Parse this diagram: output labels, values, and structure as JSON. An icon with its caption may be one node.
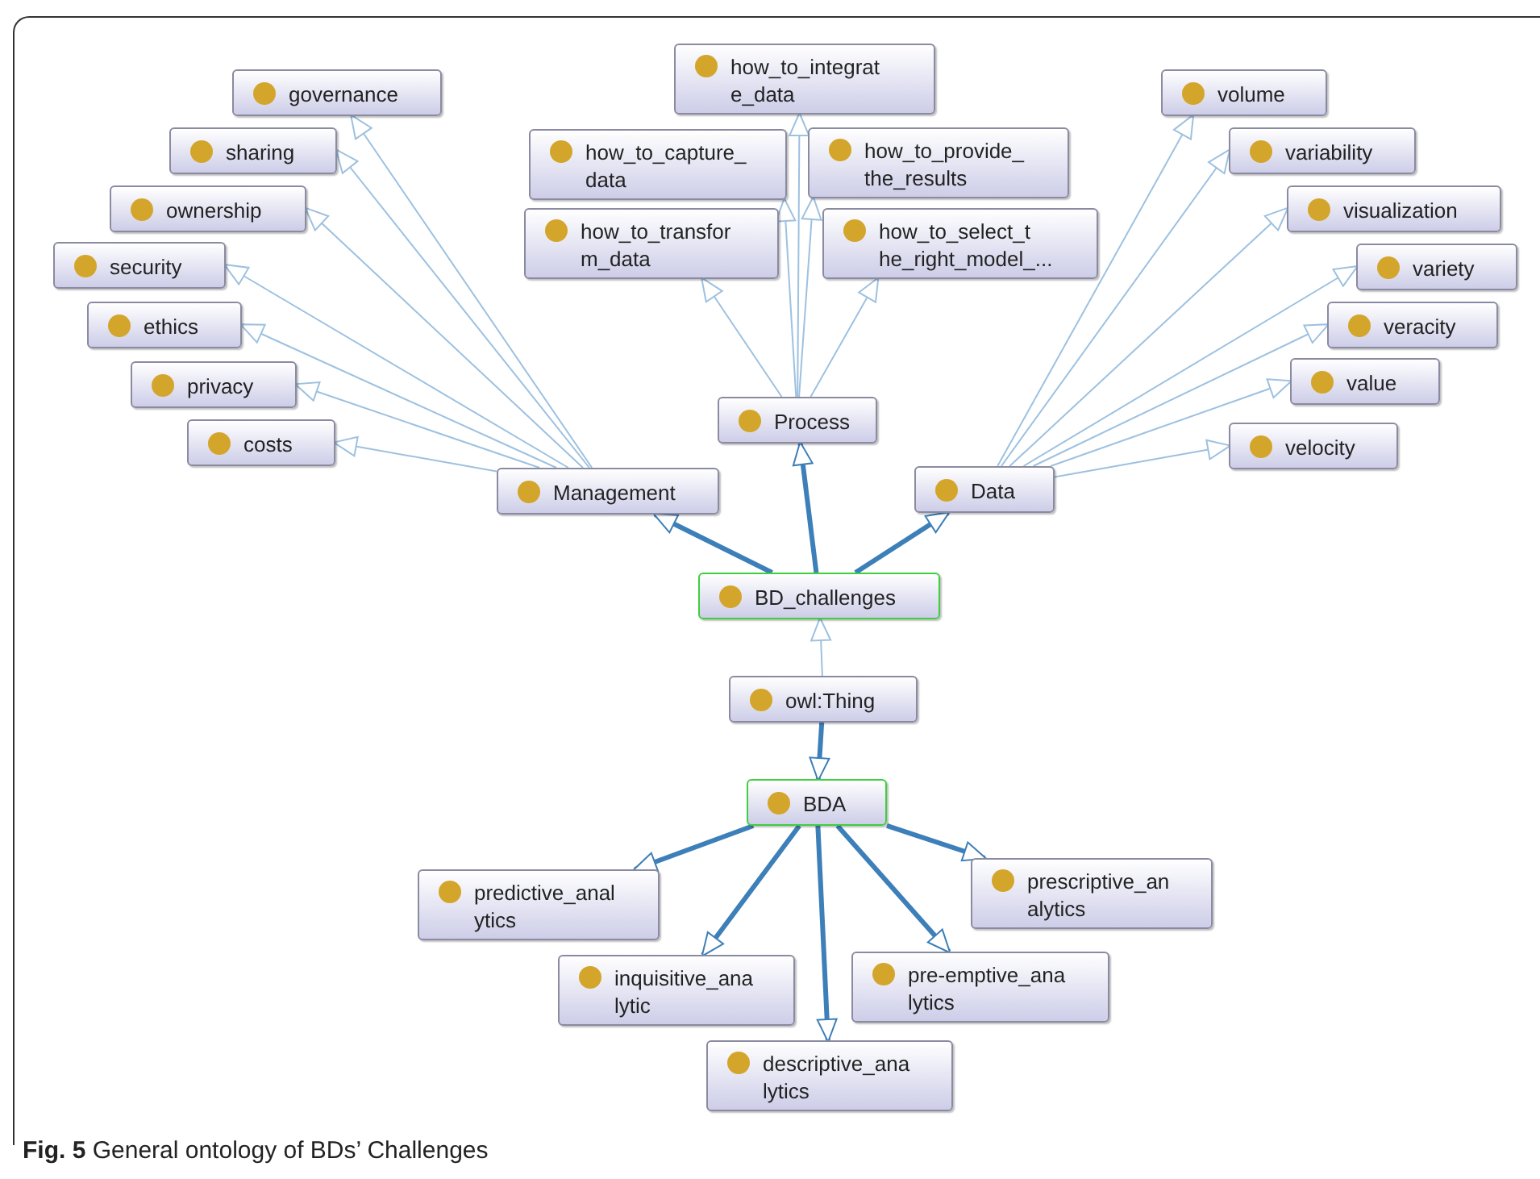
{
  "diagram": {
    "caption": "**Fig. 5** General ontology of BDs’ Challenges",
    "nodes": [
      {
        "text": [
          "governance"
        ]
      },
      {
        "text": [
          "sharing"
        ]
      },
      {
        "text": [
          "ownership"
        ]
      },
      {
        "text": [
          "security"
        ]
      },
      {
        "text": [
          "ethics"
        ]
      },
      {
        "text": [
          "privacy"
        ]
      },
      {
        "text": [
          "costs"
        ]
      },
      {
        "text": [
          "how_to_integrat e_data"
        ]
      },
      {
        "text": [
          "how_to_capture_ data"
        ]
      },
      {
        "text": [
          "how_to_provide_ the_results"
        ]
      },
      {
        "text": [
          "how_to_transfor m_data"
        ]
      },
      {
        "text": [
          "how_to_select_t he_right_model_..."
        ]
      },
      {
        "text": [
          "volume"
        ]
      },
      {
        "text": [
          "variability"
        ]
      },
      {
        "text": [
          "visualization"
        ]
      },
      {
        "text": [
          "variety"
        ]
      },
      {
        "text": [
          "veracity"
        ]
      },
      {
        "text": [
          "value"
        ]
      },
      {
        "text": [
          "velocity"
        ]
      },
      {
        "text": [
          "Process"
        ]
      },
      {
        "text": [
          "Management"
        ]
      },
      {
        "text": [
          "Data"
        ]
      },
      {
        "text": [
          "BD_challenges"
        ]
      },
      {
        "text": [
          "owl:Thing"
        ]
      },
      {
        "text": [
          "BDA"
        ]
      },
      {
        "text": [
          "predictive_anal ytics"
        ]
      },
      {
        "text": [
          "prescriptive_an alytics"
        ]
      },
      {
        "text": [
          "inquisitive_ana lytic"
        ]
      },
      {
        "text": [
          "pre-emptive_ana lytics"
        ]
      },
      {
        "text": [
          "descriptive_ana lytics"
        ]
      }
    ],
    "edges": [
      {
        "from": 23,
        "to": 22,
        "arrow": "to"
      },
      {
        "from": 23,
        "to": 24,
        "arrow": "to",
        "style": "thick",
        "color": "#3d7fb8"
      },
      {
        "from": 22,
        "to": 20,
        "arrow": "to",
        "style": "thick",
        "color": "#3d7fb8"
      },
      {
        "from": 22,
        "to": 19,
        "arrow": "to",
        "style": "thick",
        "color": "#3d7fb8"
      },
      {
        "from": 22,
        "to": 21,
        "arrow": "to",
        "style": "thick",
        "color": "#3d7fb8"
      },
      {
        "from": 20,
        "to": 0,
        "arrow": "to"
      },
      {
        "from": 20,
        "to": 1,
        "arrow": "to"
      },
      {
        "from": 20,
        "to": 2,
        "arrow": "to"
      },
      {
        "from": 20,
        "to": 3,
        "arrow": "to"
      },
      {
        "from": 20,
        "to": 4,
        "arrow": "to"
      },
      {
        "from": 20,
        "to": 5,
        "arrow": "to"
      },
      {
        "from": 20,
        "to": 6,
        "arrow": "to"
      },
      {
        "from": 19,
        "to": 7,
        "arrow": "to"
      },
      {
        "from": 19,
        "to": 8,
        "arrow": "to"
      },
      {
        "from": 19,
        "to": 9,
        "arrow": "to"
      },
      {
        "from": 19,
        "to": 10,
        "arrow": "to"
      },
      {
        "from": 19,
        "to": 11,
        "arrow": "to"
      },
      {
        "from": 21,
        "to": 12,
        "arrow": "to"
      },
      {
        "from": 21,
        "to": 13,
        "arrow": "to"
      },
      {
        "from": 21,
        "to": 14,
        "arrow": "to"
      },
      {
        "from": 21,
        "to": 15,
        "arrow": "to"
      },
      {
        "from": 21,
        "to": 16,
        "arrow": "to"
      },
      {
        "from": 21,
        "to": 17,
        "arrow": "to"
      },
      {
        "from": 21,
        "to": 18,
        "arrow": "to"
      },
      {
        "from": 24,
        "to": 25,
        "arrow": "to",
        "style": "thick",
        "color": "#3d7fb8"
      },
      {
        "from": 24,
        "to": 26,
        "arrow": "to",
        "style": "thick",
        "color": "#3d7fb8"
      },
      {
        "from": 24,
        "to": 27,
        "arrow": "to",
        "style": "thick",
        "color": "#3d7fb8"
      },
      {
        "from": 24,
        "to": 28,
        "arrow": "to",
        "style": "thick",
        "color": "#3d7fb8"
      },
      {
        "from": 24,
        "to": 29,
        "arrow": "to",
        "style": "thick",
        "color": "#3d7fb8"
      }
    ]
  }
}
